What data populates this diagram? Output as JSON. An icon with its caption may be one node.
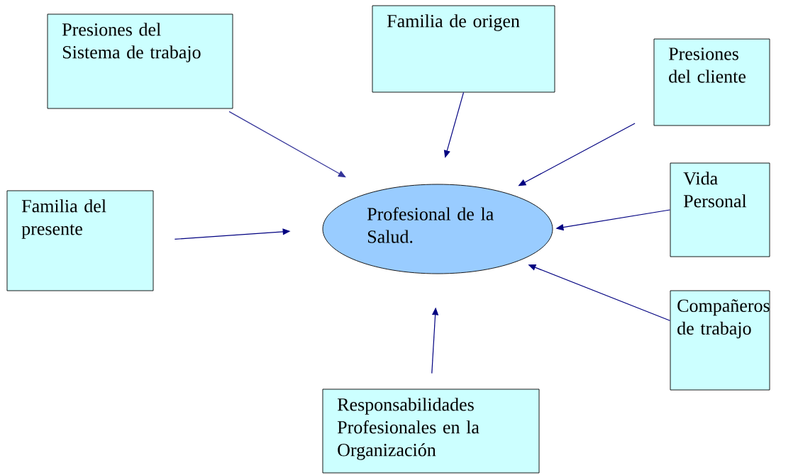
{
  "diagram": {
    "nodes": [
      {
        "text": [
          "Presiones del Sistema de trabajo"
        ]
      },
      {
        "text": [
          "Familia de origen"
        ]
      },
      {
        "text": [
          "Presiones del cliente"
        ]
      },
      {
        "text": [
          "Familia del presente"
        ]
      },
      {
        "text": [
          "Profesional de la Salud."
        ]
      },
      {
        "text": [
          "Vida Personal"
        ]
      },
      {
        "text": [
          "Compañeros de trabajo"
        ]
      },
      {
        "text": [
          "Responsabilidades Profesionales en la Organización"
        ]
      }
    ],
    "edges": [
      {
        "from": 0,
        "to": 4,
        "arrow": "to",
        "color": "#333399"
      },
      {
        "from": 1,
        "to": 4,
        "arrow": "to"
      },
      {
        "from": 2,
        "to": 4,
        "arrow": "to"
      },
      {
        "from": 3,
        "to": 4,
        "arrow": "to"
      },
      {
        "from": 5,
        "to": 4,
        "arrow": "to"
      },
      {
        "from": 6,
        "to": 4,
        "arrow": "to"
      },
      {
        "from": 7,
        "to": 4,
        "arrow": "to"
      }
    ]
  }
}
